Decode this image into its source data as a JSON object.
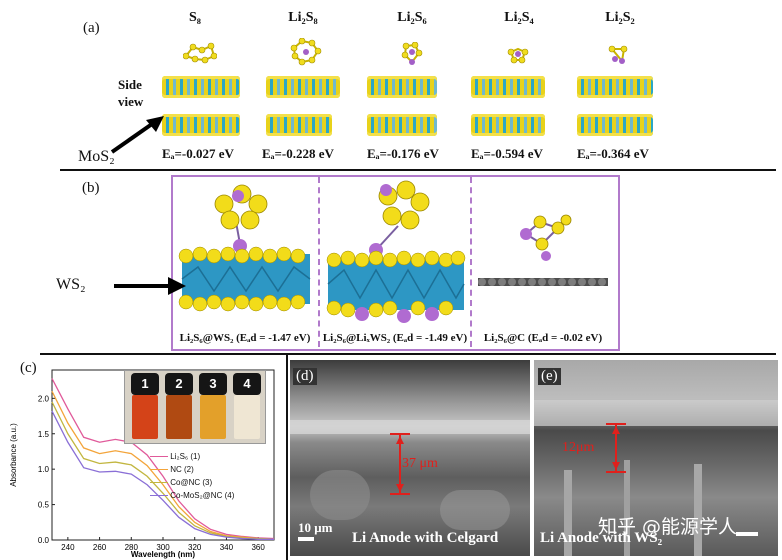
{
  "panel_a": {
    "label": "(a)",
    "molecules": [
      "S₈",
      "Li₂S₈",
      "Li₂S₆",
      "Li₂S₄",
      "Li₂S₂"
    ],
    "side_view_label": "Side\nview",
    "substrate_label": "MoS₂",
    "energies": [
      "Eₐ=-0.027 eV",
      "Eₐ=-0.228 eV",
      "Eₐ=-0.176 eV",
      "Eₐ=-0.594 eV",
      "Eₐ=-0.364 eV"
    ]
  },
  "panel_b": {
    "label": "(b)",
    "substrate_label": "WS₂",
    "captions": [
      "Li₂S₆@WS₂ (Eₐd = -1.47 eV)",
      "Li₂S₆@LiₓWS₂ (Eₐd = -1.49 eV)",
      "Li₂S₆@C (Eₐd = -0.02 eV)"
    ]
  },
  "panel_c": {
    "label": "(c)",
    "vial_numbers": [
      "1",
      "2",
      "3",
      "4"
    ],
    "legend": [
      "Li₂S₆ (1)",
      "NC (2)",
      "Co@NC (3)",
      "Co-MoS₂@NC (4)"
    ],
    "colors": {
      "s1": "#e05a9a",
      "s2": "#f3a43a",
      "s3": "#c2b640",
      "s4": "#8a6fd6"
    }
  },
  "chart_data": {
    "type": "line",
    "title": "",
    "xlabel": "Wavelength (nm)",
    "ylabel": "Absorbance (a.u.)",
    "xlim": [
      230,
      370
    ],
    "ylim": [
      0,
      2.4
    ],
    "xticks": [
      240,
      260,
      280,
      300,
      320,
      340,
      360
    ],
    "yticks": [
      0.0,
      0.5,
      1.0,
      1.5,
      2.0
    ],
    "x": [
      230,
      240,
      250,
      260,
      270,
      280,
      290,
      300,
      310,
      320,
      330,
      340,
      350,
      360,
      370
    ],
    "series": [
      {
        "name": "Li₂S₆ (1)",
        "values": [
          2.28,
          1.85,
          1.45,
          1.38,
          1.42,
          1.38,
          1.2,
          0.9,
          0.55,
          0.3,
          0.15,
          0.08,
          0.05,
          0.03,
          0.02
        ]
      },
      {
        "name": "NC (2)",
        "values": [
          2.1,
          1.65,
          1.3,
          1.22,
          1.26,
          1.22,
          1.05,
          0.78,
          0.47,
          0.25,
          0.12,
          0.06,
          0.04,
          0.02,
          0.01
        ]
      },
      {
        "name": "Co@NC (3)",
        "values": [
          1.95,
          1.5,
          1.15,
          1.08,
          1.1,
          1.06,
          0.9,
          0.66,
          0.39,
          0.2,
          0.1,
          0.05,
          0.03,
          0.02,
          0.01
        ]
      },
      {
        "name": "Co-MoS₂@NC (4)",
        "values": [
          1.82,
          1.38,
          1.02,
          0.96,
          0.97,
          0.93,
          0.78,
          0.56,
          0.32,
          0.16,
          0.08,
          0.04,
          0.02,
          0.01,
          0.01
        ]
      }
    ]
  },
  "panel_d": {
    "label": "(d)",
    "thickness": "37 μm",
    "scale_bar": "10 μm",
    "caption": "Li Anode with Celgard"
  },
  "panel_e": {
    "label": "(e)",
    "thickness": "12μm",
    "caption": "Li Anode with WS₂",
    "watermark": "知乎 @能源学人"
  }
}
